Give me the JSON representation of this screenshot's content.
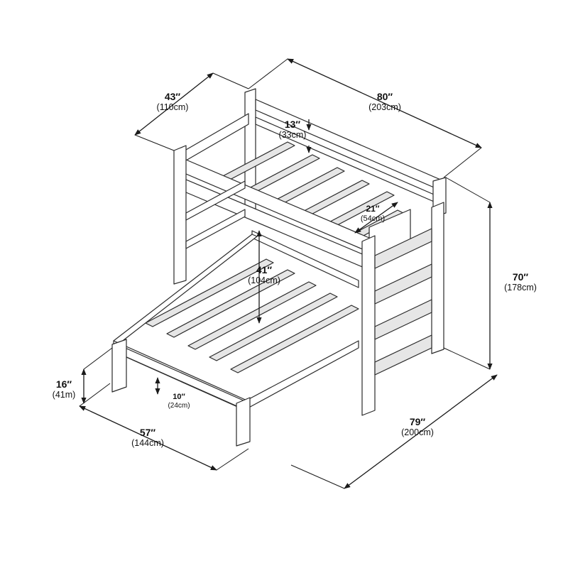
{
  "dimensions": {
    "width_top": {
      "main": "43″",
      "sub": "(110cm)"
    },
    "length_top": {
      "main": "80″",
      "sub": "(203cm)"
    },
    "guardrail_height": {
      "main": "13″",
      "sub": "(33cm)"
    },
    "ladder_opening": {
      "main": "21″",
      "sub": "(54cm)"
    },
    "clearance": {
      "main": "41″",
      "sub": "(104cm)"
    },
    "total_height": {
      "main": "70″",
      "sub": "(178cm)"
    },
    "lower_height": {
      "main": "16″",
      "sub": "(41m)"
    },
    "lower_rail": {
      "main": "10″",
      "sub": "(24cm)"
    },
    "lower_width": {
      "main": "57″",
      "sub": "(144cm)"
    },
    "lower_length": {
      "main": "79″",
      "sub": "(200cm)"
    }
  }
}
